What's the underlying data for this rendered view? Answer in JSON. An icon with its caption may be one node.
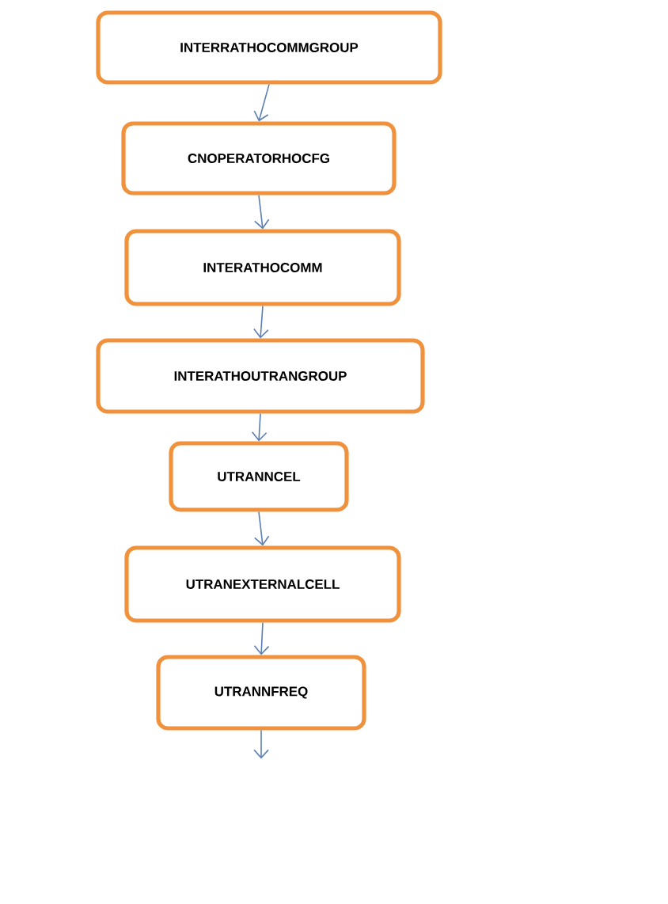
{
  "diagram": {
    "nodes": [
      {
        "text": [
          "INTERRATHOCOMMGROUP"
        ]
      },
      {
        "text": [
          "CNOPERATORHOCFG"
        ]
      },
      {
        "text": [
          "INTERATHOCOMM"
        ]
      },
      {
        "text": [
          "INTERATHOUTRANGROUP"
        ]
      },
      {
        "text": [
          "UTRANNCEL"
        ]
      },
      {
        "text": [
          "UTRANEXTERNALCELL"
        ]
      },
      {
        "text": [
          "UTRANNFREQ"
        ]
      }
    ],
    "edges": [
      {
        "from": 0,
        "to": 1,
        "arrow": "to"
      },
      {
        "from": 1,
        "to": 2,
        "arrow": "to"
      },
      {
        "from": 2,
        "to": 3,
        "arrow": "to"
      },
      {
        "from": 3,
        "to": 4,
        "arrow": "to"
      },
      {
        "from": 4,
        "to": 5,
        "arrow": "to"
      },
      {
        "from": 5,
        "to": 6,
        "arrow": "to"
      },
      {
        "from": 6,
        "to": null,
        "arrow": "to"
      }
    ]
  }
}
